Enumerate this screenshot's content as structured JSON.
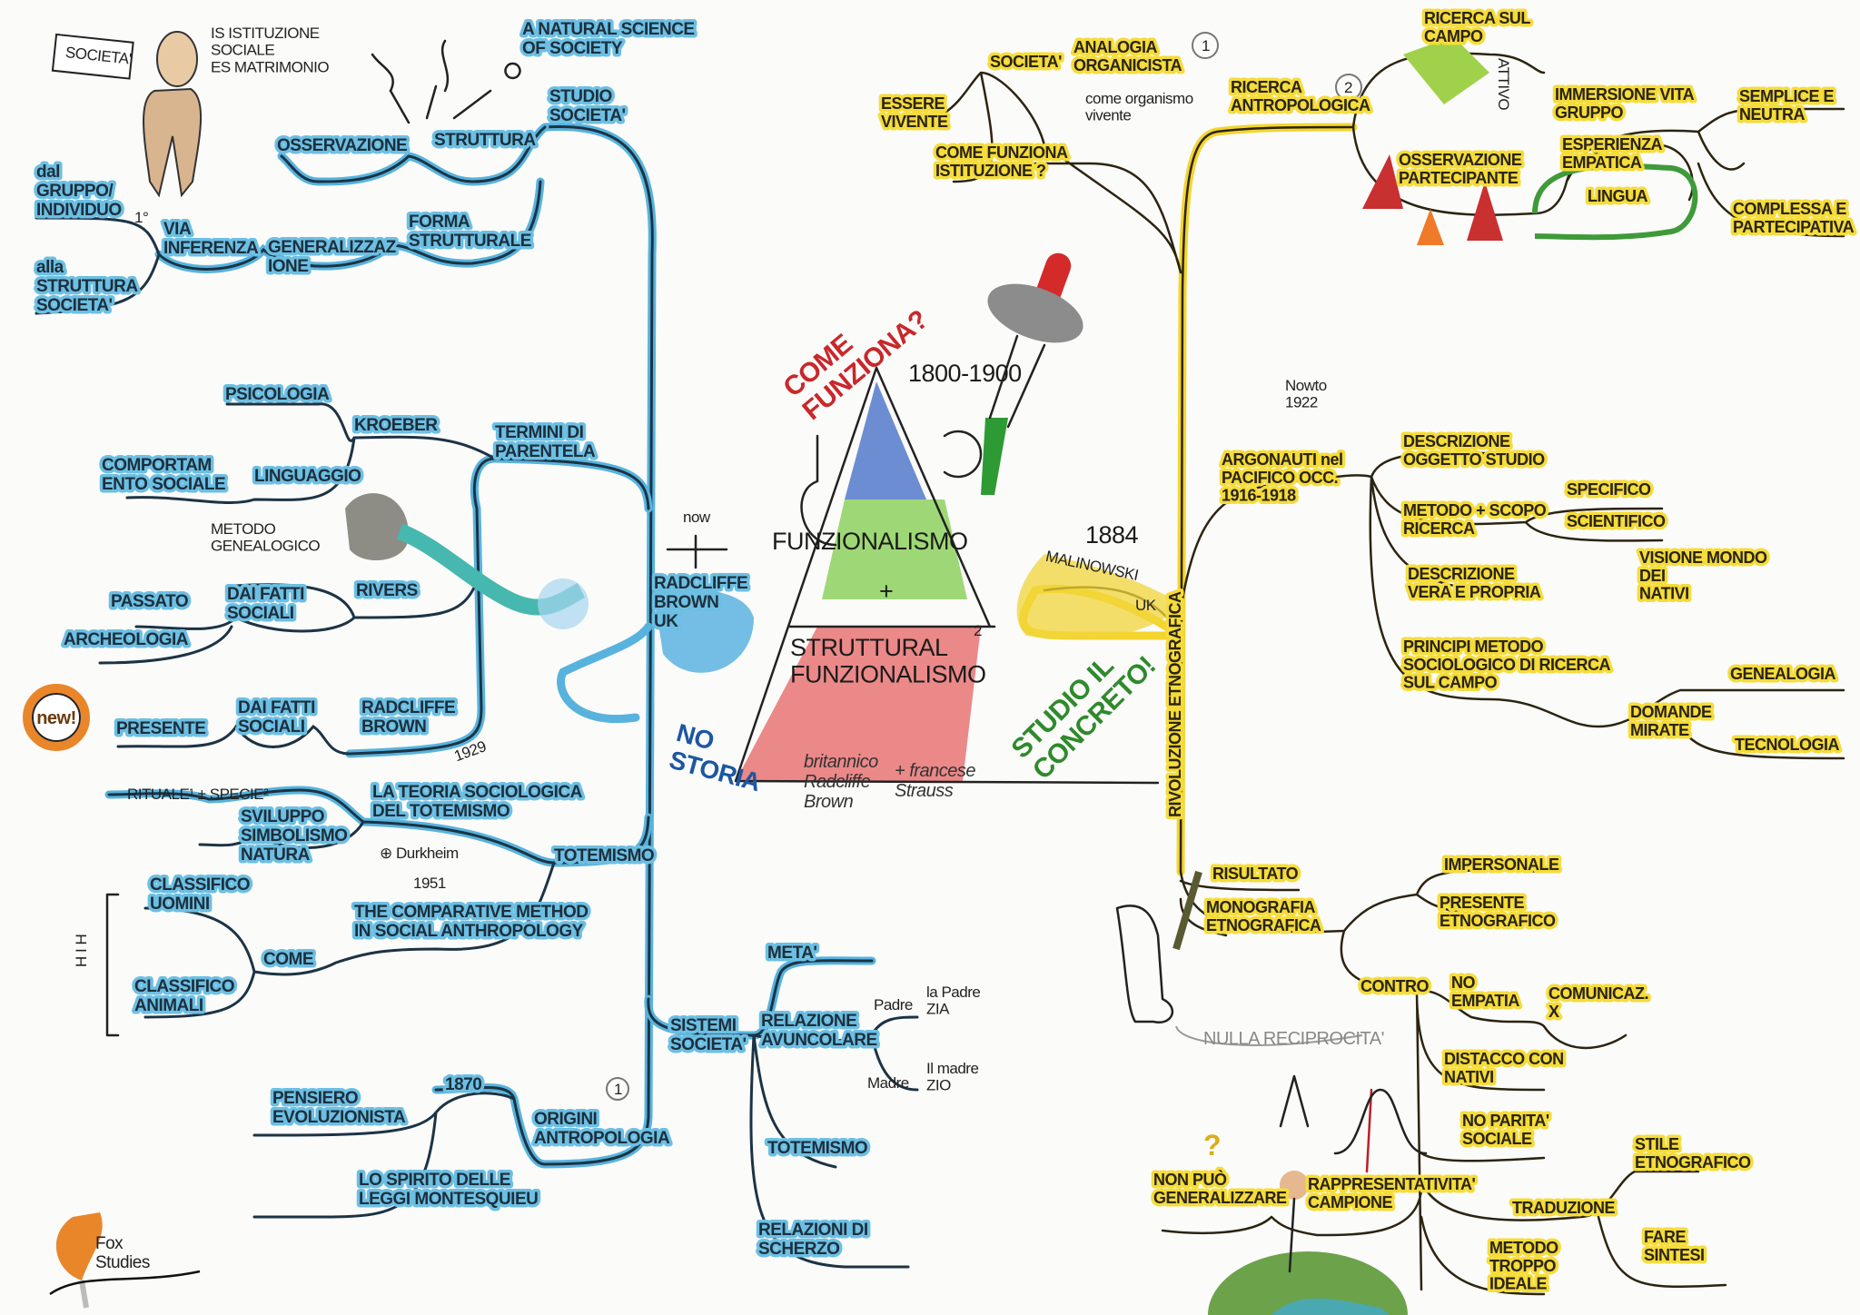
{
  "colors": {
    "blue_branch": "#57b3dd",
    "yellow_branch": "#f4d52e",
    "accent_red": "#c8282a",
    "accent_green": "#2f8a2c",
    "new_badge": "#e9862a"
  },
  "left": {
    "societa_sign": "SOCIETA'",
    "istituzione": [
      "IS ISTITUZIONE",
      "SOCIALE",
      "ES MATRIMONIO"
    ],
    "natural_science": [
      "A NATURAL SCIENCE",
      "OF SOCIETY"
    ],
    "studio_societa": [
      "STUDIO",
      "SOCIETA'"
    ],
    "osservazione": "OSSERVAZIONE",
    "struttura": "STRUTTURA",
    "dal_gruppo": [
      "dal",
      "GRUPPO/",
      "INDIVIDUO"
    ],
    "alla_struttura": [
      "alla",
      "STRUTTURA",
      "SOCIETA'"
    ],
    "primo": "1°",
    "via_inferenza": [
      "VIA",
      "INFERENZA"
    ],
    "generalizzazione": [
      "GENERALIZZAZ",
      "IONE"
    ],
    "forma_strutturale": [
      "FORMA",
      "STRUTTURALE"
    ],
    "termini_parentela": [
      "TERMINI DI",
      "PARENTELA"
    ],
    "kroeber": "KROEBER",
    "psicologia": "PSICOLOGIA",
    "comportamento": [
      "COMPORTAM",
      "ENTO SOCIALE"
    ],
    "linguaggio": "LINGUAGGIO",
    "metodo_genealogico": [
      "METODO",
      "GENEALOGICO"
    ],
    "rivers": "RIVERS",
    "passato": "PASSATO",
    "dai_fatti_1": [
      "DAI FATTI",
      "SOCIALI"
    ],
    "archeologia": "ARCHEOLOGIA",
    "new_badge": "new!",
    "presente": "PRESENTE",
    "dai_fatti_2": [
      "DAI FATTI",
      "SOCIALI"
    ],
    "radcliffe_brown": [
      "RADCLIFFE",
      "BROWN"
    ],
    "year_1929": "1929",
    "rituale": "RITUALE¹ ± SPECIE²",
    "sviluppo": [
      "SVILUPPO",
      "SIMBOLISMO",
      "NATURA"
    ],
    "teoria": [
      "LA TEORIA SOCIOLOGICA",
      "DEL TOTEMISMO"
    ],
    "durkheim": "⊕ Durkheim",
    "totemismo": "TOTEMISMO",
    "year_1951": "1951",
    "comparative": [
      "THE COMPARATIVE METHOD",
      "IN SOCIAL ANTHROPOLOGY"
    ],
    "classifico_uomini": [
      "CLASSIFICO",
      "UOMINI"
    ],
    "come": "COME",
    "classifico_animali": [
      "CLASSIFICO",
      "ANIMALI"
    ],
    "bracket_label": "H I H",
    "year_1870": "1870",
    "pensiero": [
      "PENSIERO",
      "EVOLUZIONISTA"
    ],
    "origini": [
      "ORIGINI",
      "ANTROPOLOGIA"
    ],
    "num_1": "1",
    "spirito": [
      "LO SPIRITO DELLE",
      "LEGGI MONTESQUIEU"
    ],
    "logo": [
      "Fox",
      "Studies"
    ]
  },
  "center": {
    "now": "now",
    "radcliffe_uk": [
      "RADCLIFFE",
      "BROWN",
      "UK"
    ],
    "no_storia": [
      "NO",
      "STORIA"
    ],
    "come_funziona": [
      "COME",
      "FUNZIONA?"
    ],
    "period": "1800-1900",
    "funzionalismo": "FUNZIONALISMO",
    "plus": "+",
    "strutturalfunz": [
      "STRUTTURAL",
      "FUNZIONALISMO"
    ],
    "sup2": "2",
    "britannico": [
      "britannico",
      "Radcliffe",
      "Brown"
    ],
    "francese": [
      "+ francese",
      "Strauss"
    ],
    "studio_concreto": [
      "STUDIO IL",
      "CONCRETO!"
    ],
    "sistemi_societa": [
      "SISTEMI",
      "SOCIETA'"
    ],
    "meta": "META'",
    "relazione_avuncolare": [
      "RELAZIONE",
      "AVUNCOLARE"
    ],
    "padre": "Padre",
    "la_padre": [
      "la Padre",
      "ZIA"
    ],
    "madre": "Madre",
    "il_madre": [
      "Il madre",
      "ZIO"
    ],
    "totemismo2": "TOTEMISMO",
    "scherzo": [
      "RELAZIONI DI",
      "SCHERZO"
    ]
  },
  "right": {
    "year_1884": "1884",
    "malinowski": "MALINOWSKI",
    "uk": "UK",
    "rivoluzione": "RIVOLUZIONE ETNOGRAFICA",
    "essere_vivente": [
      "ESSERE",
      "VIVENTE"
    ],
    "societa": "SOCIETA'",
    "analogia": [
      "ANALOGIA",
      "ORGANICISTA"
    ],
    "come_organismo": [
      "come organismo",
      "vivente"
    ],
    "num_1": "1",
    "come_funziona_ist": [
      "COME FUNZIONA",
      "ISTITUZIONE ?"
    ],
    "ricerca_antro": [
      "RICERCA",
      "ANTROPOLOGICA"
    ],
    "num_2": "2",
    "ricerca_campo": [
      "RICERCA SUL",
      "CAMPO"
    ],
    "attivo": "ATTIVO",
    "osservazione_part": [
      "OSSERVAZIONE",
      "PARTECIPANTE"
    ],
    "immersione": [
      "IMMERSIONE VITA",
      "GRUPPO"
    ],
    "esperienza": [
      "ESPERIENZA",
      "EMPATICA"
    ],
    "lingua": "LINGUA",
    "semplice": [
      "SEMPLICE E",
      "NEUTRA"
    ],
    "complessa": [
      "COMPLESSA E",
      "PARTECIPATIVA"
    ],
    "book": [
      "Nowto",
      "1922"
    ],
    "argonauti": [
      "ARGONAUTI nel",
      "PACIFICO OCC.",
      "1916-1918"
    ],
    "descr_oggetto": [
      "DESCRIZIONE",
      "OGGETTO STUDIO"
    ],
    "metodo_scopo": [
      "METODO + SCOPO",
      "RICERCA"
    ],
    "specifico": "SPECIFICO",
    "scientifico": "SCIENTIFICO",
    "descr_vera": [
      "DESCRIZIONE",
      "VERA E PROPRIA"
    ],
    "visione": [
      "VISIONE MONDO",
      "DEI",
      "NATIVI"
    ],
    "principi": [
      "PRINCIPI METODO",
      "SOCIOLOGICO DI RICERCA",
      "SUL CAMPO"
    ],
    "domande": [
      "DOMANDE",
      "MIRATE"
    ],
    "genealogia": "GENEALOGIA",
    "tecnologia": "TECNOLOGIA",
    "risultato": "RISULTATO",
    "monografia": [
      "MONOGRAFIA",
      "ETNOGRAFICA"
    ],
    "impersonale": "IMPERSONALE",
    "presente_etno": [
      "PRESENTE",
      "ETNOGRAFICO"
    ],
    "contro": "CONTRO",
    "no_empatia": [
      "NO",
      "EMPATIA"
    ],
    "comunicaz": [
      "COMUNICAZ.",
      "X"
    ],
    "nulla": "NULLA   RECIPROCITA'",
    "distacco": [
      "DISTACCO CON",
      "NATIVI"
    ],
    "no_parita": [
      "NO PARITA'",
      "SOCIALE"
    ],
    "question": "?",
    "non_puo": [
      "NON PUÒ",
      "GENERALIZZARE"
    ],
    "rappresent": [
      "RAPPRESENTATIVITA'",
      "CAMPIONE"
    ],
    "traduzione": "TRADUZIONE",
    "stile": [
      "STILE",
      "ETNOGRAFICO"
    ],
    "fare_sintesi": [
      "FARE",
      "SINTESI"
    ],
    "metodo_troppo": [
      "METODO",
      "TROPPO",
      "IDEALE"
    ]
  }
}
